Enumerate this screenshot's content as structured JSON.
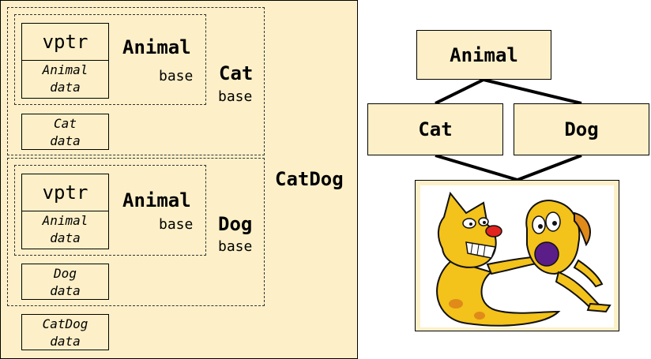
{
  "layout_diagram": {
    "catdog_label": "CatDog",
    "cat_section": {
      "animal_block": {
        "vptr": "vptr",
        "animal_data": [
          "Animal",
          "data"
        ],
        "animal_label": "Animal",
        "base_label": "base"
      },
      "cat_label": "Cat",
      "base_label": "base",
      "cat_data": [
        "Cat",
        "data"
      ]
    },
    "dog_section": {
      "animal_block": {
        "vptr": "vptr",
        "animal_data": [
          "Animal",
          "data"
        ],
        "animal_label": "Animal",
        "base_label": "base"
      },
      "dog_label": "Dog",
      "base_label": "base",
      "dog_data": [
        "Dog",
        "data"
      ]
    },
    "catdog_data": [
      "CatDog",
      "data"
    ]
  },
  "hierarchy": {
    "top": "Animal",
    "left": "Cat",
    "right": "Dog"
  },
  "colors": {
    "box_fill": "#fdf0c8",
    "stroke": "#000000"
  }
}
